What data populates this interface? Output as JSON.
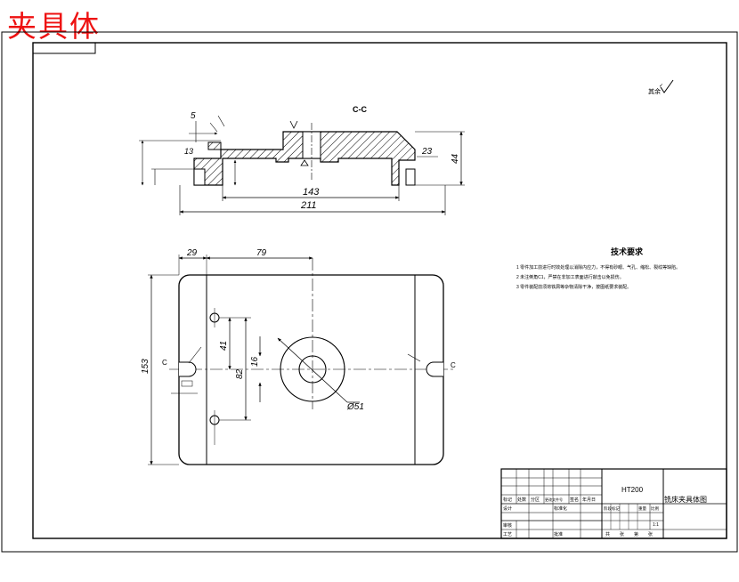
{
  "stamp_title": "夹具体",
  "section_label": "C-C",
  "roughness_note": "其余",
  "material": "HT200",
  "drawing_title": "铣床夹具体图",
  "tech_req": {
    "heading": "技术要求",
    "items": [
      "1  零件加工前进行时效处理以消除内应力，不得有砂眼、气孔、缩松、裂纹等缺陷。",
      "2  未注倒角C1，严禁在非加工表面进行敲击以免损伤。",
      "3  零件装配前须将铁屑等杂物清除干净，按图纸要求装配。"
    ]
  },
  "dims_section": [
    "5",
    "13",
    "23",
    "44",
    "143",
    "211"
  ],
  "dims_plan": [
    "29",
    "79",
    "41",
    "82",
    "16",
    "153",
    "Ø51"
  ],
  "section_markers": [
    "C",
    "C"
  ],
  "title_block": {
    "row_labels": [
      "标记",
      "处数",
      "分区",
      "更改文件号",
      "签名",
      "年月日"
    ],
    "design": "设计",
    "standardize": "标准化",
    "review": "审核",
    "process": "工艺",
    "approve": "批准",
    "stage_headers": [
      "阶段标记",
      "重量",
      "比例"
    ],
    "scale": "1:1",
    "sheet": [
      "共",
      "张",
      "第",
      "张"
    ]
  }
}
